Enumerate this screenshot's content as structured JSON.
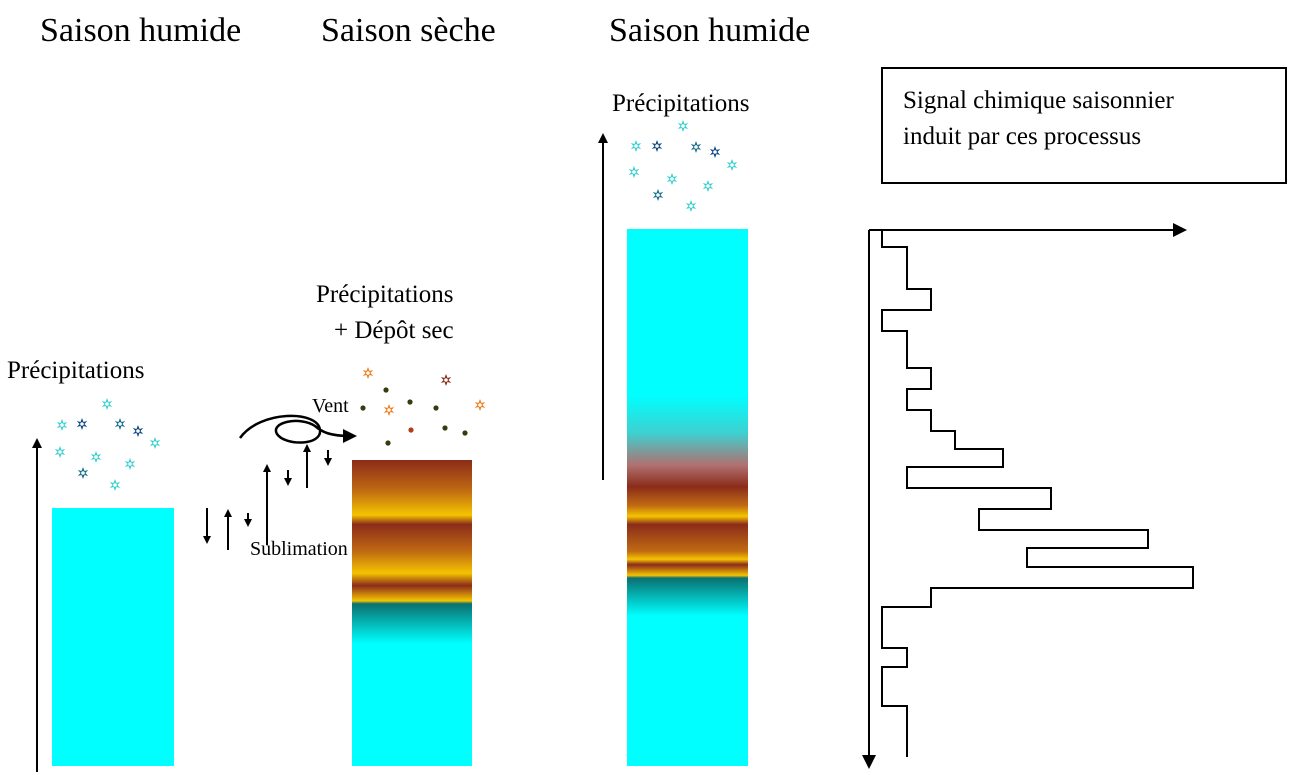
{
  "seasons": {
    "wet_1": "Saison humide",
    "dry": "Saison sèche",
    "wet_2": "Saison humide"
  },
  "labels": {
    "precip_1": "Précipitations",
    "precip_dry_line1": "Précipitations",
    "precip_dry_line2": "+ Dépôt sec",
    "precip_3": "Précipitations",
    "vent": "Vent",
    "sublimation": "Sublimation"
  },
  "signal_box": {
    "line1": "Signal chimique saisonnier",
    "line2": "induit par ces processus"
  },
  "colors": {
    "ice": "#00ffff",
    "dust_light": "#f5c400",
    "dust_dark": "#8b2c1a",
    "snow_light": "#3ccfcf",
    "snow_dark": "#0f4a80"
  }
}
